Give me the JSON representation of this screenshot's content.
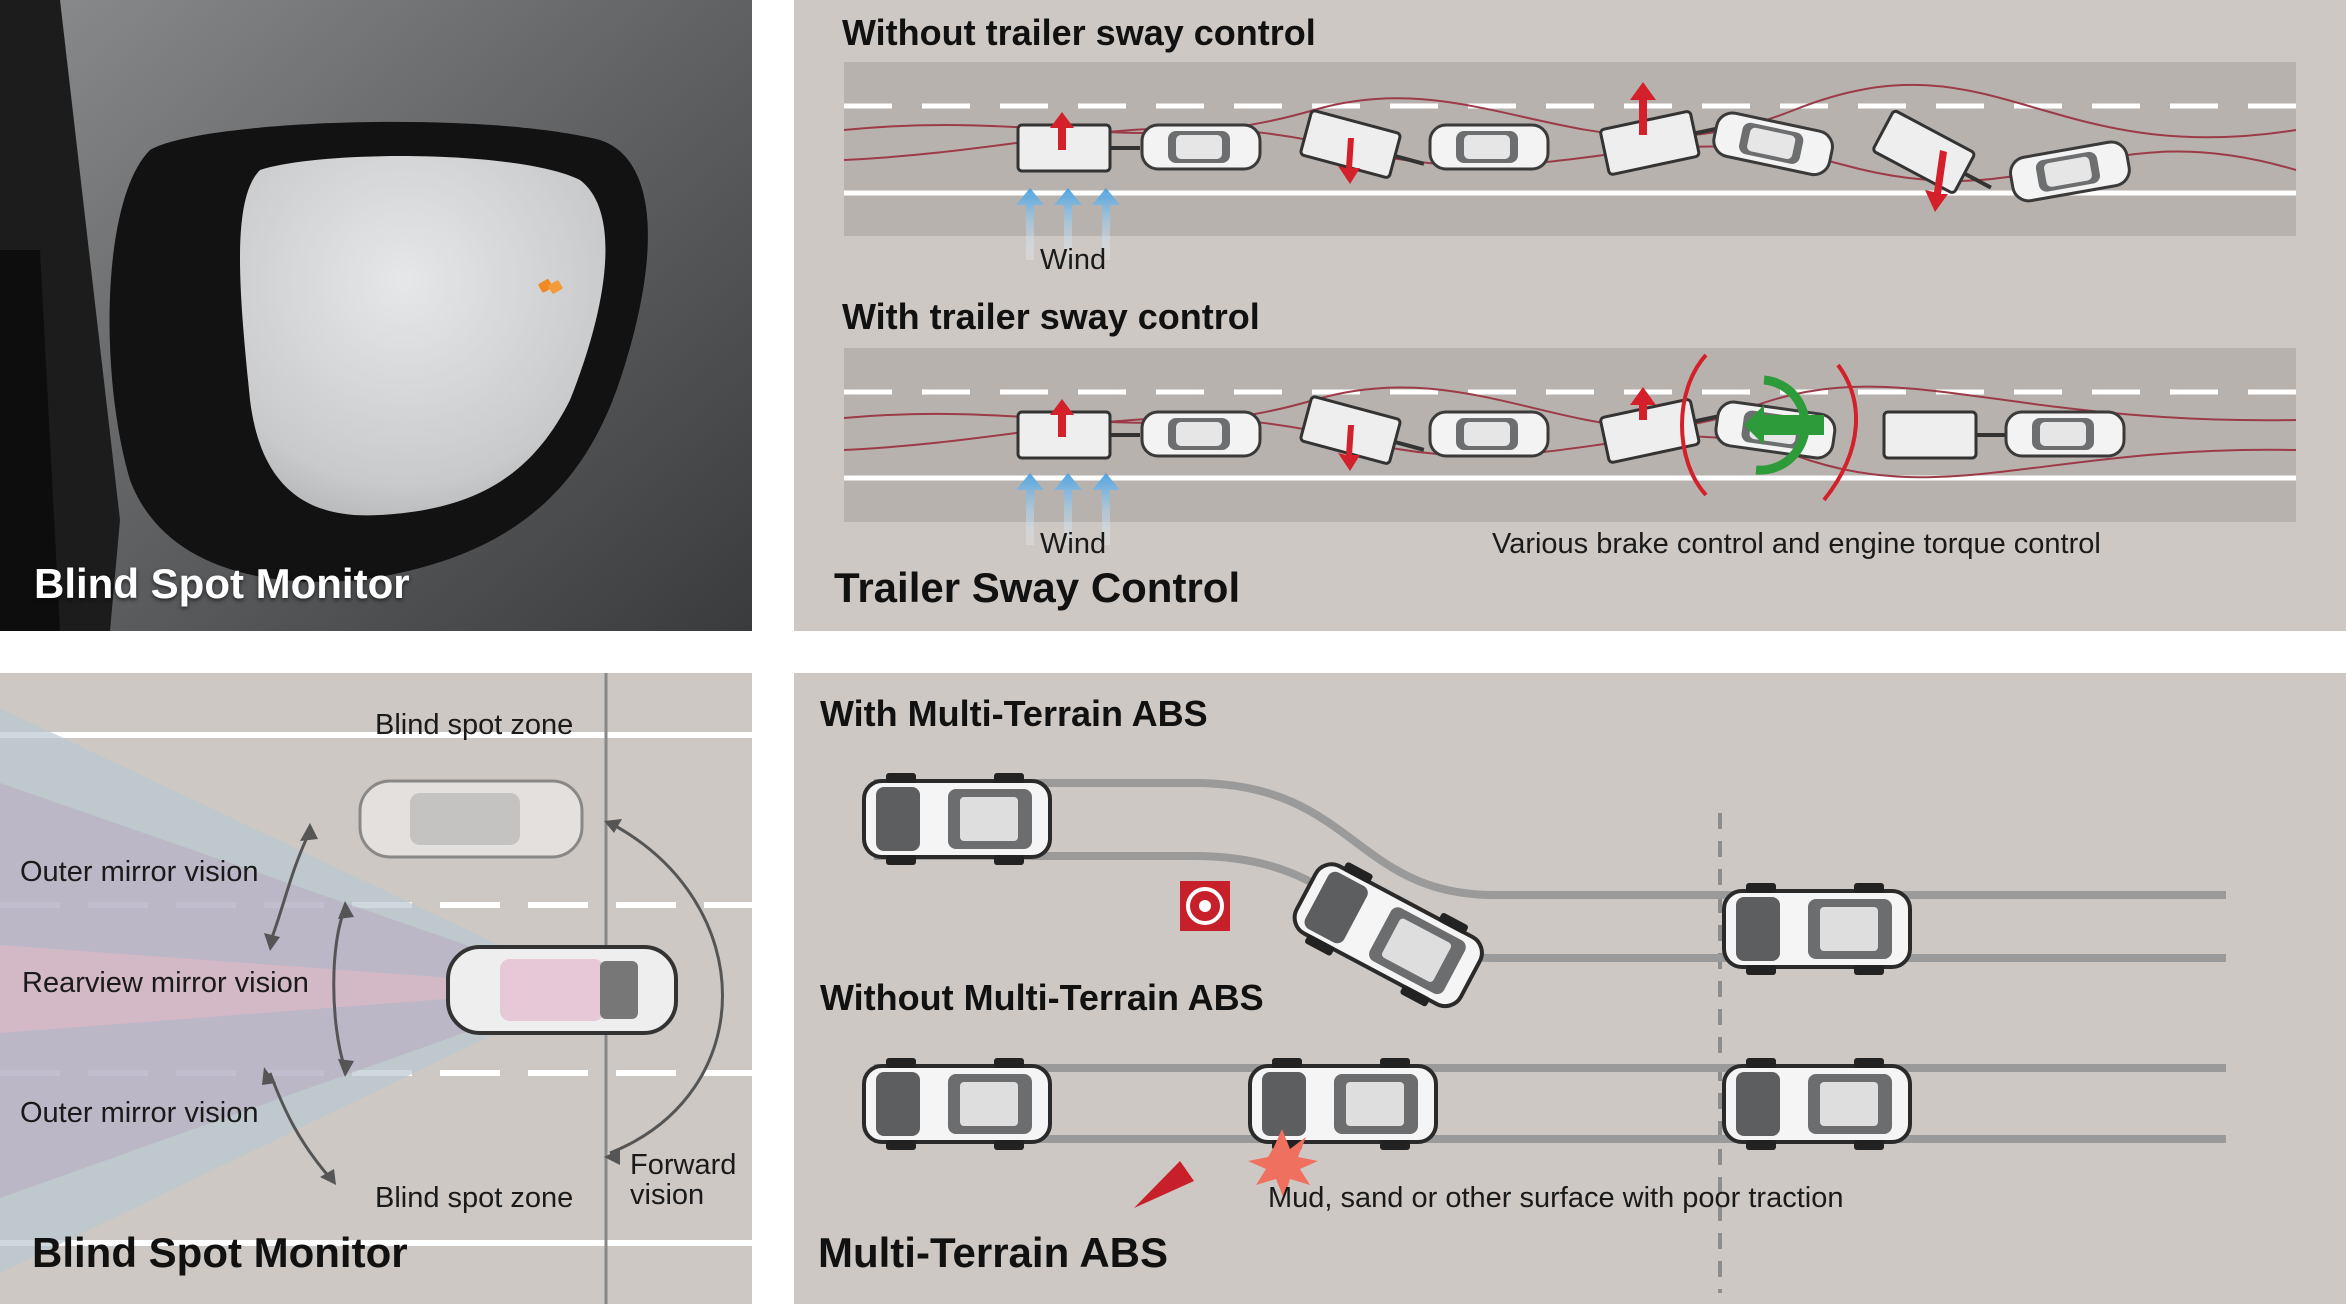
{
  "panels": {
    "mirror": {
      "title": "Blind Spot Monitor"
    },
    "sway": {
      "title": "Trailer Sway Control",
      "without_label": "Without trailer sway control",
      "with_label": "With trailer sway control",
      "wind_label": "Wind",
      "control_note": "Various brake control and engine torque control"
    },
    "bsm": {
      "title": "Blind Spot Monitor",
      "blind_zone_top": "Blind spot zone",
      "blind_zone_bottom": "Blind spot zone",
      "outer_top": "Outer mirror vision",
      "outer_bottom": "Outer mirror vision",
      "rearview": "Rearview mirror vision",
      "forward_line1": "Forward",
      "forward_line2": "vision"
    },
    "abs": {
      "title": "Multi-Terrain ABS",
      "with_label": "With Multi-Terrain ABS",
      "without_label": "Without Multi-Terrain ABS",
      "surface_note": "Mud, sand or other surface with poor traction"
    }
  },
  "colors": {
    "panel_bg": "#cdc8c4",
    "road": "#b8b2ae",
    "arrow_red": "#d4202a",
    "control_green": "#2e9b3a",
    "wind_blue": "#5aa8e0"
  }
}
